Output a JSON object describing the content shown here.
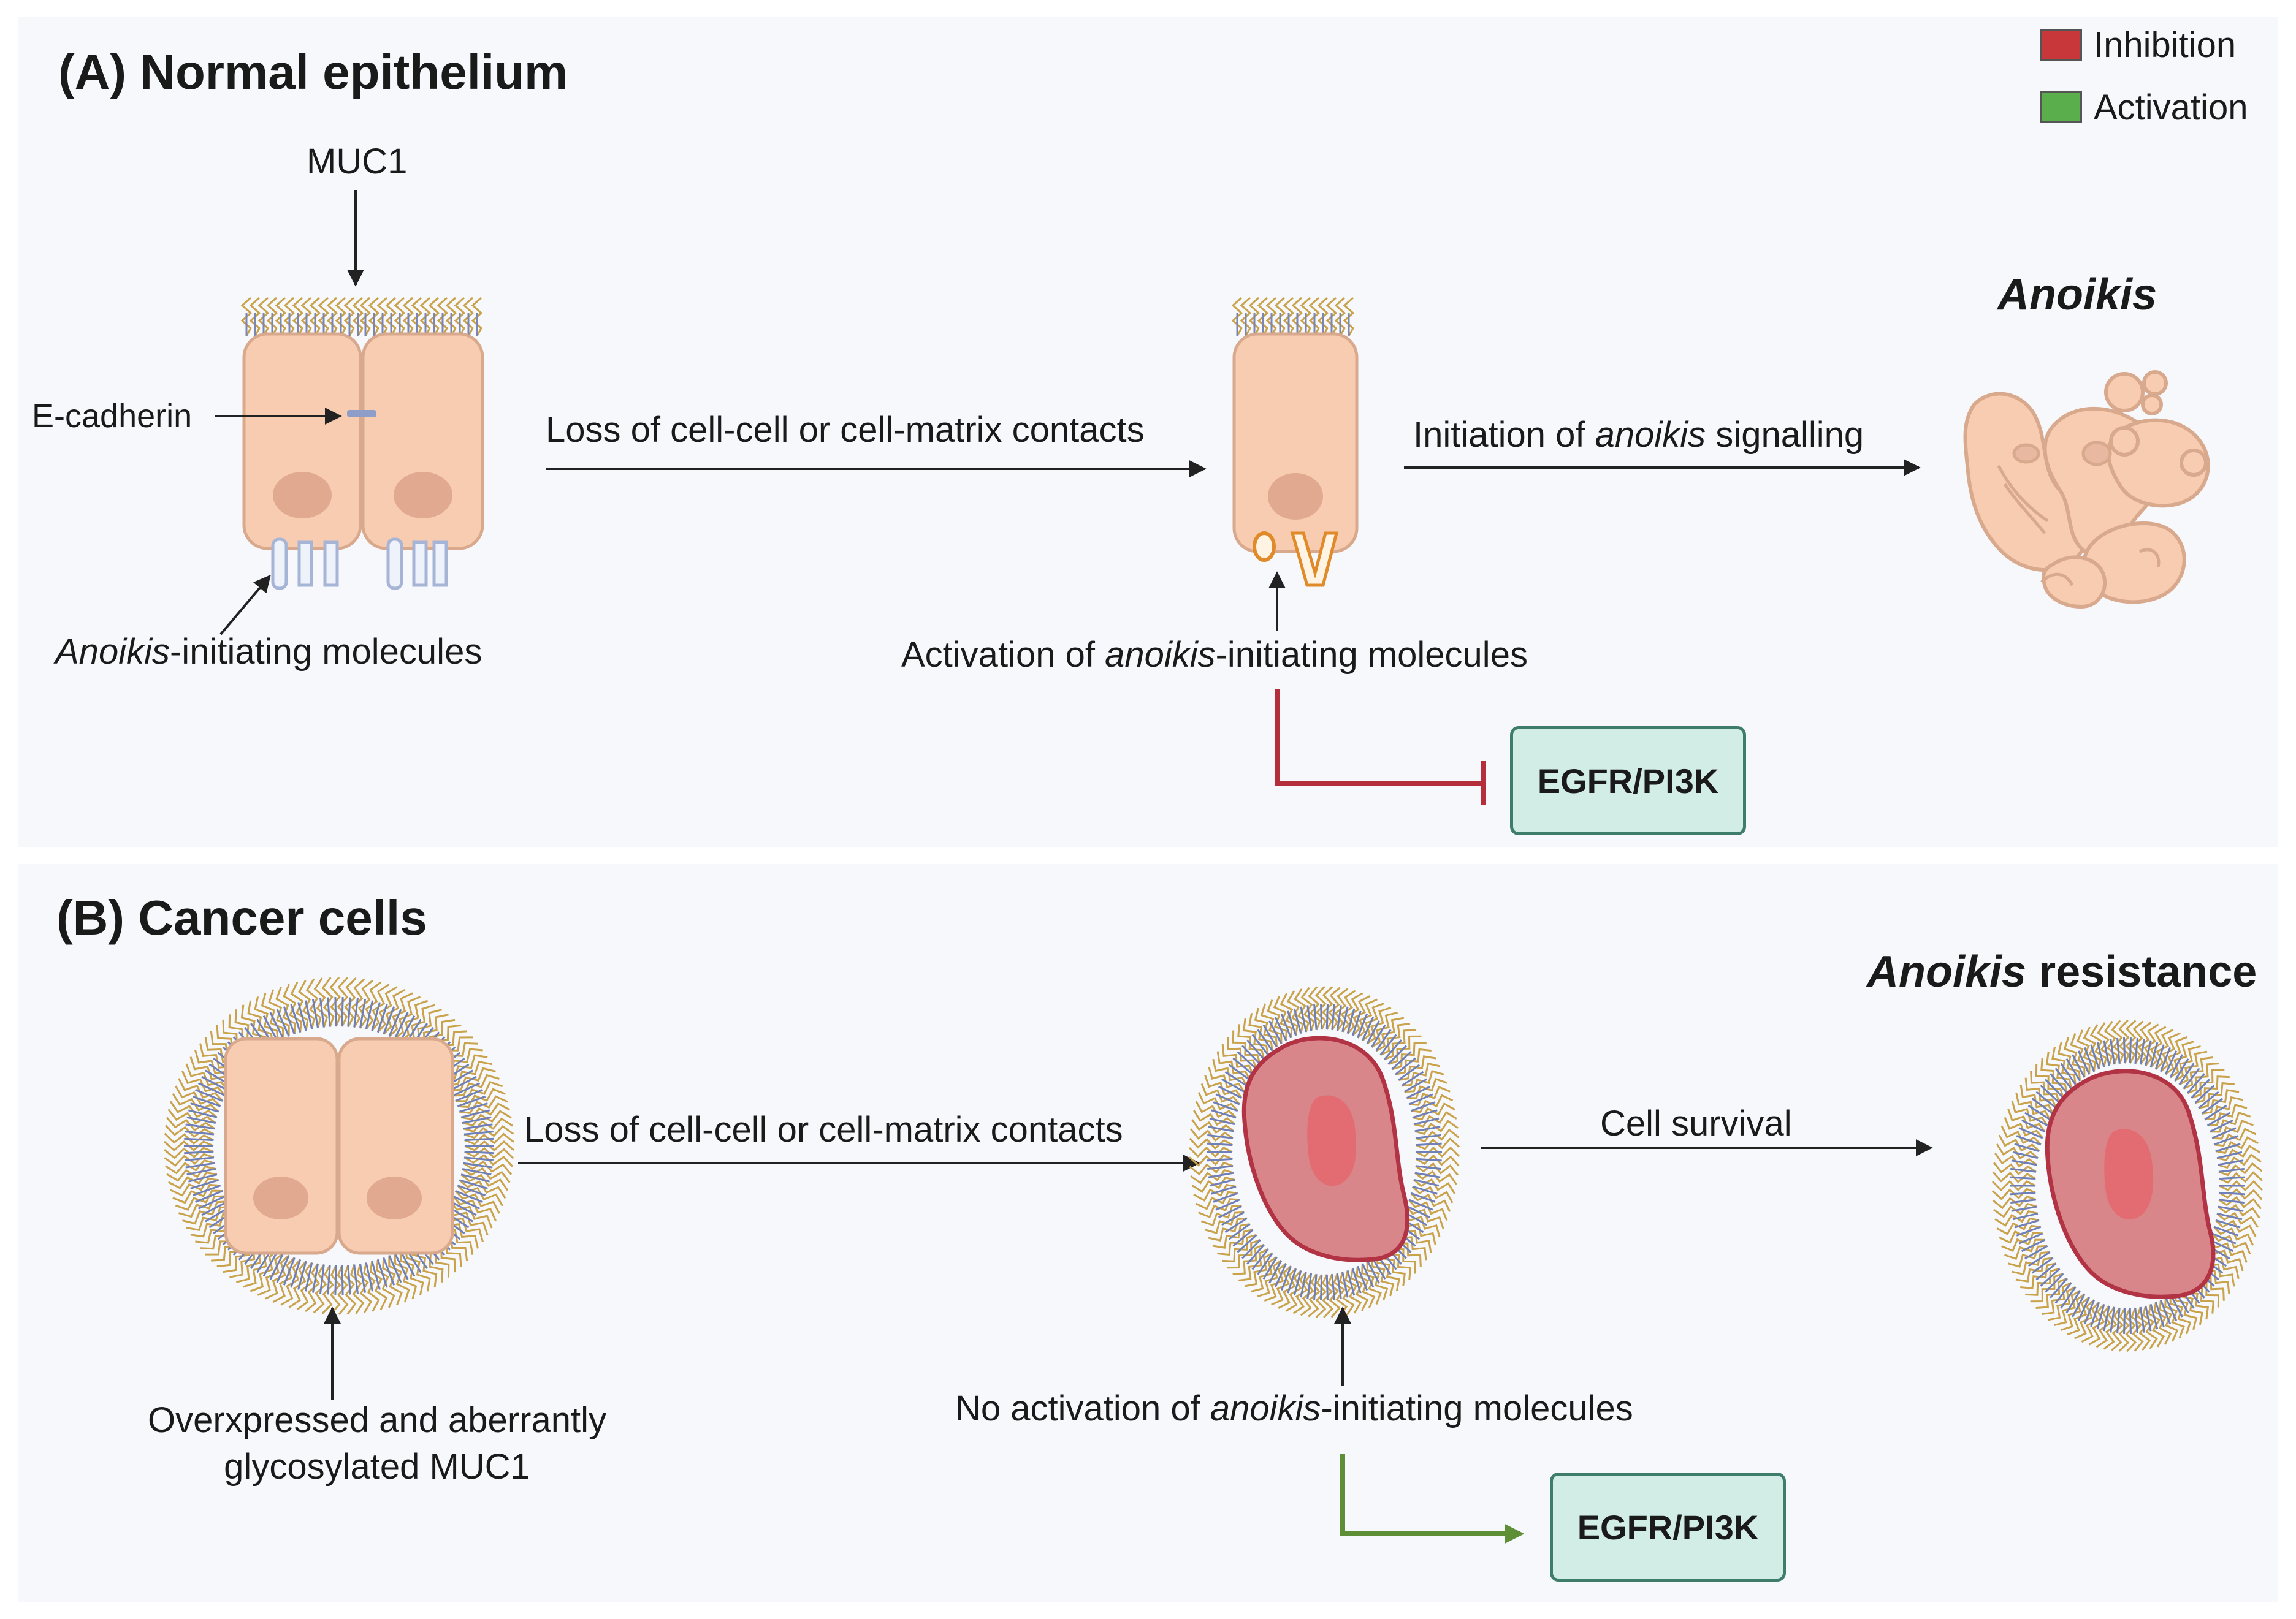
{
  "legend": {
    "inhibition_label": "Inhibition",
    "activation_label": "Activation",
    "inhibition_color": "#c8373a",
    "activation_color": "#5aae4b"
  },
  "panel_a": {
    "title": "(A) Normal epithelium",
    "muc1_label": "MUC1",
    "ecadherin_label": "E-cadherin",
    "initiating_label_italic": "Anoikis",
    "initiating_label_rest": "-initiating molecules",
    "loss_contacts": "Loss of cell-cell or cell-matrix contacts",
    "initiation_pre": "Initiation of ",
    "initiation_italic": "anoikis",
    "initiation_post": " signalling",
    "outcome": "Anoikis",
    "activation_pre": "Activation of ",
    "activation_italic": "anoikis",
    "activation_post": "-initiating molecules",
    "egfr_box": "EGFR/PI3K"
  },
  "panel_b": {
    "title": "(B) Cancer cells",
    "loss_contacts": "Loss of cell-cell or cell-matrix contacts",
    "survival": "Cell survival",
    "outcome_italic": "Anoikis",
    "outcome_rest": " resistance",
    "muc1_line1": "Overxpressed and aberrantly",
    "muc1_line2": "glycosylated MUC1",
    "noactivation_pre": "No activation of ",
    "noactivation_italic": "anoikis",
    "noactivation_post": "-initiating molecules",
    "egfr_box": "EGFR/PI3K"
  },
  "colors": {
    "background": "#f6f8fc",
    "cell_fill": "#f7ccb1",
    "cell_stroke": "#d9a98d",
    "nucleus": "#e0a990",
    "cancer_fill": "#d8868a",
    "cancer_stroke": "#b23444",
    "cancer_nucleus": "#e36b72",
    "egfr_box_fill": "#d2ece6",
    "egfr_box_stroke": "#3f7d6b"
  }
}
